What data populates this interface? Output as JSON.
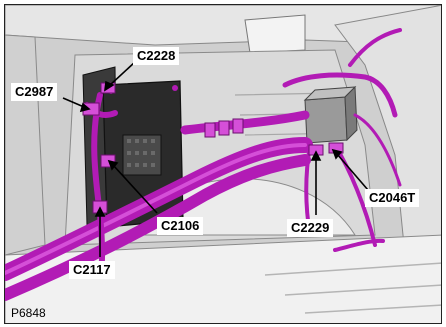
{
  "callouts": {
    "c2228": "C2228",
    "c2987": "C2987",
    "c2106": "C2106",
    "c2117": "C2117",
    "c2229": "C2229",
    "c2046t": "C2046T"
  },
  "figure_ref": "P6848",
  "colors": {
    "harness": "#b21bb5",
    "harness_light": "#d54fd8",
    "module": "#2a2a2a",
    "body_panel": "#d8d8d8",
    "background": "#ffffff"
  }
}
